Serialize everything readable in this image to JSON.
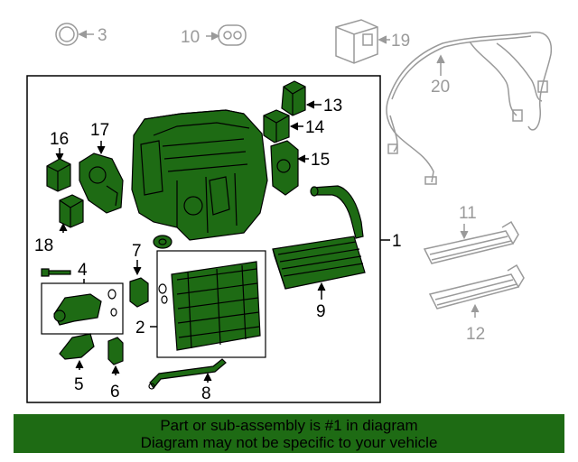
{
  "callouts": {
    "c1": "1",
    "c2": "2",
    "c3": "3",
    "c4": "4",
    "c5": "5",
    "c6": "6",
    "c7": "7",
    "c8": "8",
    "c9": "9",
    "c10": "10",
    "c11": "11",
    "c12": "12",
    "c13": "13",
    "c14": "14",
    "c15": "15",
    "c16": "16",
    "c17": "17",
    "c18": "18",
    "c19": "19",
    "c20": "20"
  },
  "banner": {
    "line1": "Part or sub-assembly is #1 in diagram",
    "line2": "Diagram may not be specific to your vehicle"
  },
  "colors": {
    "highlight": "#1e6b14",
    "banner_bg": "#1e6b14",
    "part_stroke": "#000000",
    "unrelated_stroke": "#9a9a9a"
  }
}
